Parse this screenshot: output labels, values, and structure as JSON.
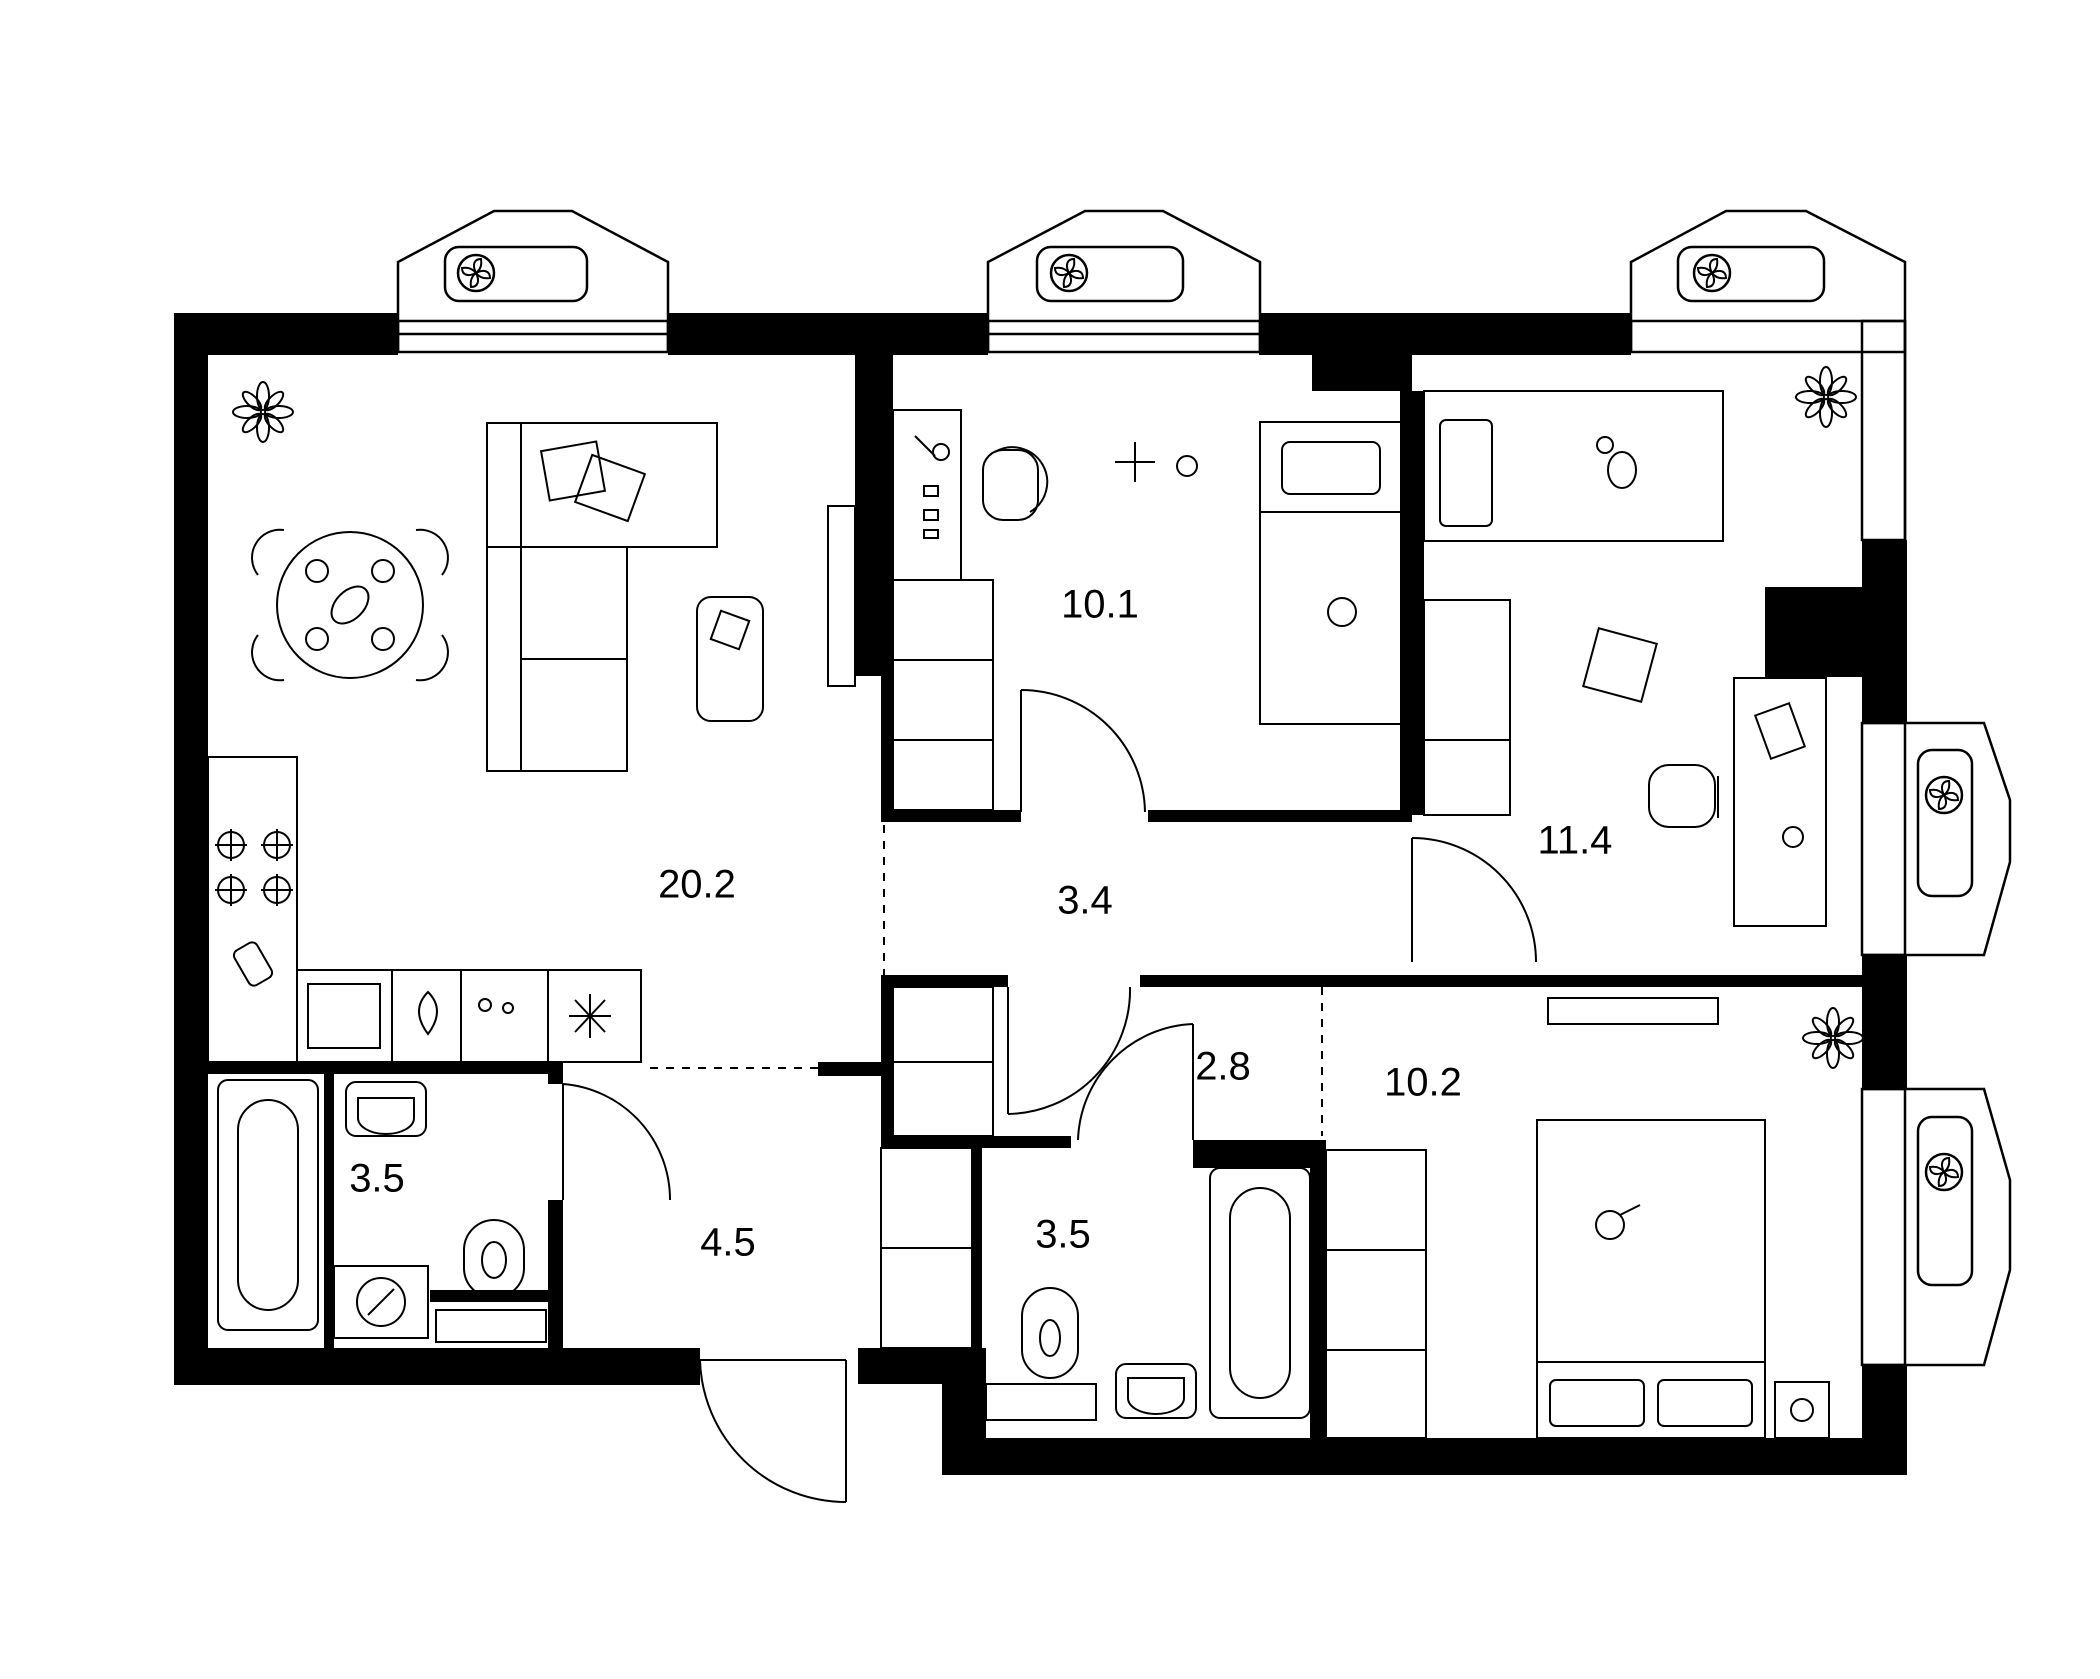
{
  "rooms": [
    {
      "id": "living-kitchen",
      "area": "20.2"
    },
    {
      "id": "bedroom-small",
      "area": "10.1"
    },
    {
      "id": "bedroom-right",
      "area": "11.4"
    },
    {
      "id": "hall",
      "area": "3.4"
    },
    {
      "id": "bathroom-left",
      "area": "3.5"
    },
    {
      "id": "entrance-hall",
      "area": "4.5"
    },
    {
      "id": "corridor",
      "area": "2.8"
    },
    {
      "id": "bathroom-center",
      "area": "3.5"
    },
    {
      "id": "bedroom-master",
      "area": "10.2"
    }
  ],
  "colors": {
    "wall": "#000000",
    "line": "#000000",
    "background": "#ffffff"
  },
  "icons": [
    "fan-icon",
    "plant-icon",
    "stove-icon",
    "sink-icon",
    "fridge-icon",
    "toilet-icon",
    "bathtub-icon",
    "cat-icon",
    "toy-bunny-icon"
  ]
}
